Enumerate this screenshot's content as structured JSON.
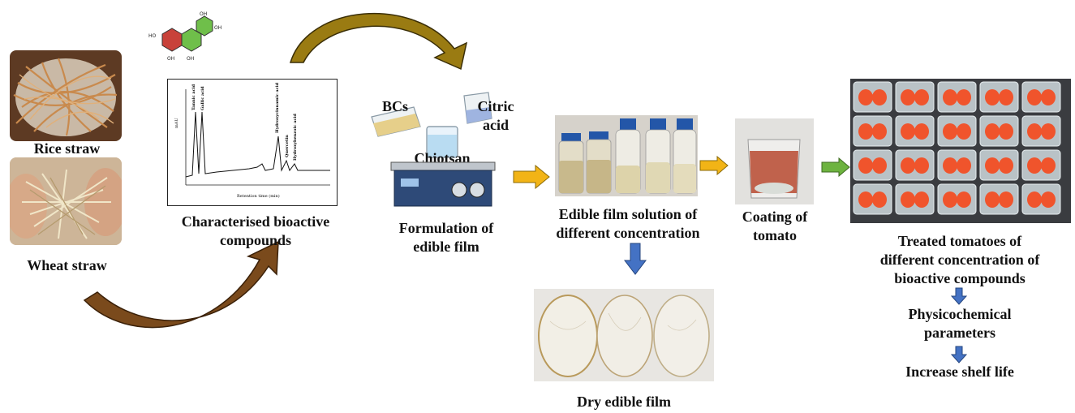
{
  "raw_materials": {
    "rice_straw": "Rice straw",
    "wheat_straw": "Wheat straw"
  },
  "characterisation": {
    "label_line1": "Characterised bioactive",
    "label_line2": "compounds",
    "chromatogram": {
      "y_axis_label": "mAU",
      "x_axis_label": "Retention time (min)",
      "peak_labels": [
        "Tannic acid",
        "Gallic acid",
        "Hydroxycinnamic acid",
        "Quercetin",
        "Hydroxybenzoic acid"
      ]
    }
  },
  "formulation": {
    "bcs": "BCs",
    "citric_line1": "Citric",
    "citric_line2": "acid",
    "chitosan": "Chiotsan",
    "label_line1": "Formulation of",
    "label_line2": "edible film"
  },
  "solution": {
    "label_line1": "Edible film solution of",
    "label_line2": "different concentration"
  },
  "dry_film": {
    "label": "Dry edible film"
  },
  "coating": {
    "label_line1": "Coating of",
    "label_line2": "tomato"
  },
  "treated": {
    "label_line1": "Treated tomatoes of",
    "label_line2": "different concentration of",
    "label_line3": "bioactive compounds"
  },
  "outcomes": {
    "physico_line1": "Physicochemical",
    "physico_line2": "parameters",
    "shelf_life": "Increase shelf life"
  },
  "colors": {
    "arrow_yellow": "#f2b416",
    "arrow_green": "#6db33f",
    "arrow_blue": "#4472c4",
    "curved_arrow_olive": "#9a7b12",
    "curved_arrow_brown": "#7a4a1c"
  }
}
